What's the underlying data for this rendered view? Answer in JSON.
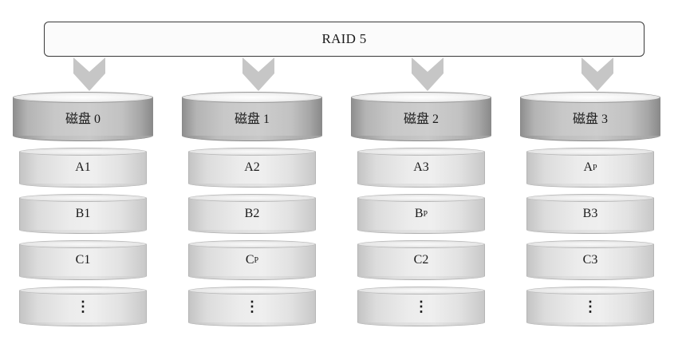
{
  "header": {
    "title": "RAID 5"
  },
  "disks": [
    {
      "name": "磁盘 0",
      "blocks": [
        {
          "main": "A1",
          "sub": ""
        },
        {
          "main": "B1",
          "sub": ""
        },
        {
          "main": "C1",
          "sub": ""
        },
        {
          "main": "⋮",
          "sub": ""
        }
      ]
    },
    {
      "name": "磁盘 1",
      "blocks": [
        {
          "main": "A2",
          "sub": ""
        },
        {
          "main": "B2",
          "sub": ""
        },
        {
          "main": "C",
          "sub": "P"
        },
        {
          "main": "⋮",
          "sub": ""
        }
      ]
    },
    {
      "name": "磁盘 2",
      "blocks": [
        {
          "main": "A3",
          "sub": ""
        },
        {
          "main": "B",
          "sub": "P"
        },
        {
          "main": "C2",
          "sub": ""
        },
        {
          "main": "⋮",
          "sub": ""
        }
      ]
    },
    {
      "name": "磁盘 3",
      "blocks": [
        {
          "main": "A",
          "sub": "P"
        },
        {
          "main": "B3",
          "sub": ""
        },
        {
          "main": "C3",
          "sub": ""
        },
        {
          "main": "⋮",
          "sub": ""
        }
      ]
    }
  ],
  "colors": {
    "arrow": "#c6c6c6",
    "disk_cap": "#c8c8c8",
    "disk_layer": "#e6e6e6",
    "outline": "#3a3a3a"
  }
}
